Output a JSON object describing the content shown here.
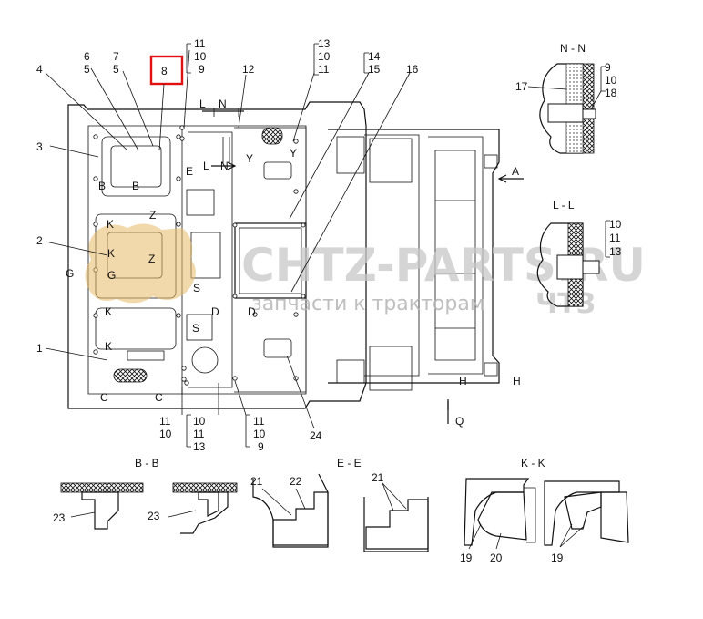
{
  "watermark": {
    "site": "CHTZ-PARTS.RU",
    "subtitle": "запчасти к тракторам",
    "brand": "ЧТЗ"
  },
  "highlight": {
    "label": "8",
    "color": "#e01010"
  },
  "callouts": {
    "c1": "1",
    "c2": "2",
    "c3": "3",
    "c4": "4",
    "c5a": "5",
    "c5b": "5",
    "c6": "6",
    "c7": "7",
    "c9_top": "9",
    "c10_top": "10",
    "c11_top": "11",
    "c11_a": "11",
    "c10_a": "10",
    "c13_a": "13",
    "c12": "12",
    "c13_top": "13",
    "c10_b": "10",
    "c11_b": "11",
    "c14": "14",
    "c15": "15",
    "c16": "16",
    "c11_c": "11",
    "c10_c": "10",
    "c9_c": "9",
    "c24": "24"
  },
  "section_marks": {
    "L1": "L",
    "N1": "N",
    "L2": "L",
    "N2": "N",
    "Y1": "Y",
    "Y2": "Y",
    "E1": "E",
    "B1": "B",
    "B2": "B",
    "K1": "K",
    "K2": "K",
    "Z1": "Z",
    "Z2": "Z",
    "G1": "G",
    "G2": "G",
    "K3": "K",
    "K4": "K",
    "S1": "S",
    "S2": "S",
    "D1": "D",
    "D2": "D",
    "C1": "C",
    "C2": "C",
    "A": "A",
    "H1": "H",
    "H2": "H",
    "Q": "Q"
  },
  "views": {
    "nn": {
      "title": "N - N",
      "labels": [
        "17",
        "9",
        "10",
        "18"
      ]
    },
    "ll": {
      "title": "L - L",
      "labels": [
        "10",
        "11",
        "13"
      ]
    },
    "bb": {
      "title": "B - B",
      "labels": [
        "23",
        "23"
      ]
    },
    "ee": {
      "title": "E - E",
      "labels": [
        "21",
        "22",
        "21"
      ]
    },
    "kk": {
      "title": "K - K",
      "labels": [
        "19",
        "20",
        "19"
      ]
    }
  }
}
